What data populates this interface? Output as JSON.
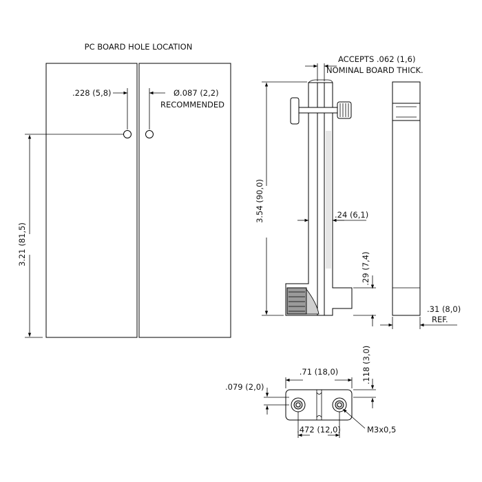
{
  "title": "PC BOARD HOLE LOCATION",
  "dimensions": {
    "hole_spacing": ".228 (5,8)",
    "hole_diameter": "Ø.087 (2,2)",
    "hole_note": "RECOMMENDED",
    "hole_height": "3.21 (81,5)",
    "board_accepts_line1": "ACCEPTS .062 (1,6)",
    "board_accepts_line2": "NOMINAL BOARD THICK.",
    "overall_height": "3.54 (90,0)",
    "slot_width": ".24 (6,1)",
    "foot_height": ".29 (7,4)",
    "side_width": ".31 (8,0)",
    "side_width_note": "REF.",
    "base_width": ".71 (18,0)",
    "base_thickness": ".118 (3,0)",
    "base_offset": ".079 (2,0)",
    "hole_pitch": ".472 (12,0)",
    "thread": "M3x0,5"
  },
  "colors": {
    "line": "#000000",
    "shade": "#cfcfcf",
    "dark": "#8a8a8a"
  }
}
